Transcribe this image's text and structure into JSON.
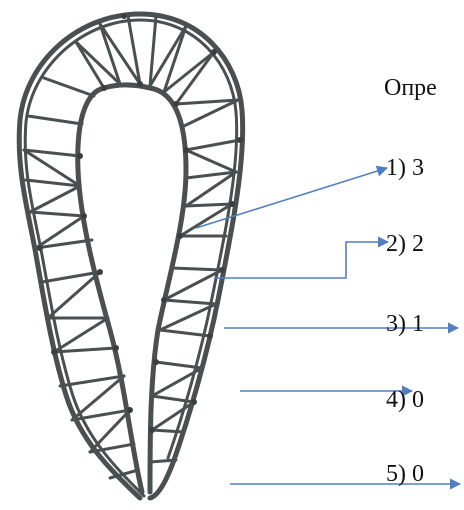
{
  "prompt": "Опре",
  "options": [
    {
      "label": "1) 3"
    },
    {
      "label": "2) 2"
    },
    {
      "label": "3) 1"
    },
    {
      "label": "4) 0"
    },
    {
      "label": "5) 0"
    }
  ],
  "colors": {
    "sketch": "#4a4f4f",
    "arrow": "#4f7fc1",
    "text": "#111111"
  },
  "icons": [
    "arrowhead-icon"
  ]
}
